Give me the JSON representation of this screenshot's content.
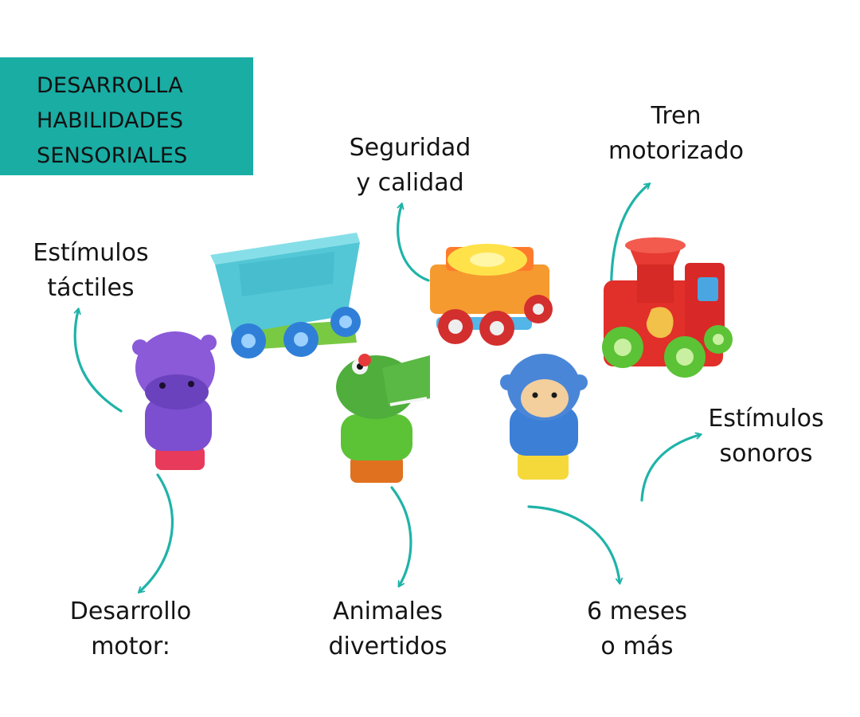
{
  "banner": {
    "lines": [
      "DESARROLLA",
      "HABILIDADES",
      "SENSORIALES"
    ],
    "color": "#19ada4"
  },
  "labels": {
    "estimulos_tactiles": [
      "Estímulos",
      "táctiles"
    ],
    "seguridad": [
      "Seguridad",
      "y calidad"
    ],
    "tren": [
      "Tren",
      "motorizado"
    ],
    "estimulos_sonoros": [
      "Estímulos",
      "sonoros"
    ],
    "desarrollo_motor": [
      "Desarrollo",
      "motor:"
    ],
    "animales": [
      "Animales",
      "divertidos"
    ],
    "meses": [
      "6 meses",
      "o más"
    ]
  },
  "arrow_color": "#1fb3a8",
  "toys": [
    "blue-wagon",
    "orange-stacking-car",
    "red-locomotive",
    "purple-hippo",
    "green-crocodile",
    "blue-monkey"
  ]
}
